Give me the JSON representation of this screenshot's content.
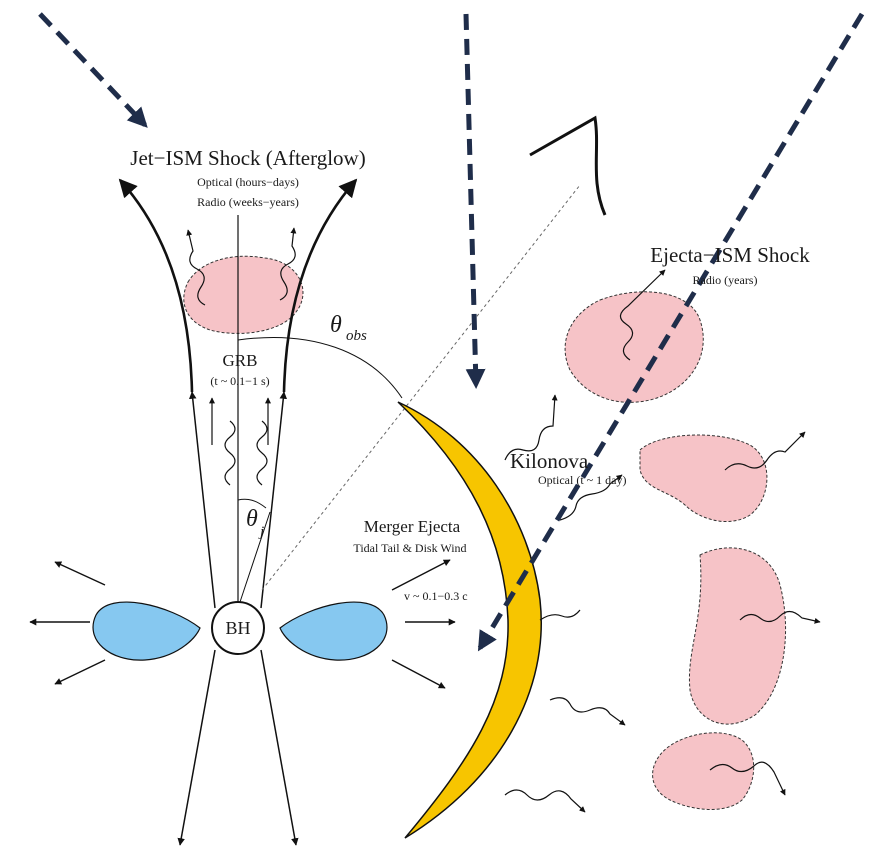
{
  "labels": {
    "jet_title": "Jet−ISM Shock (Afterglow)",
    "jet_optical": "Optical (hours−days)",
    "jet_radio": "Radio (weeks−years)",
    "grb": "GRB",
    "grb_time": "(t ~ 0.1−1 s)",
    "theta_obs": "θ",
    "theta_obs_sub": "obs",
    "theta_j": "θ",
    "theta_j_sub": "j",
    "merger_ejecta": "Merger Ejecta",
    "tidal_tail": "Tidal Tail & Disk Wind",
    "velocity": "v ~ 0.1−0.3 c",
    "bh": "BH",
    "kilonova": "Kilonova",
    "kilonova_optical": "Optical (t ~ 1 day)",
    "ejecta_ism": "Ejecta−ISM Shock",
    "ejecta_radio": "Radio (years)"
  },
  "colors": {
    "ink": "#111111",
    "dash": "#1f2d4a",
    "pink": "#f6c3c7",
    "blue": "#86c8f0",
    "yellow": "#f7c500"
  }
}
